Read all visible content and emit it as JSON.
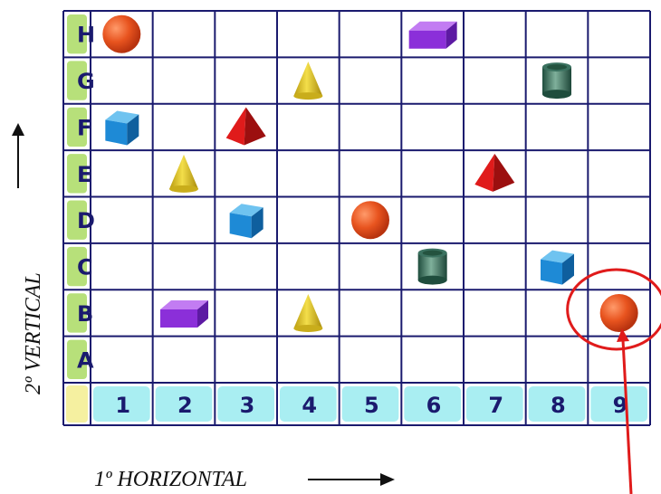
{
  "grid": {
    "rows": [
      "H",
      "G",
      "F",
      "E",
      "D",
      "C",
      "B",
      "A"
    ],
    "columns": [
      "1",
      "2",
      "3",
      "4",
      "5",
      "6",
      "7",
      "8",
      "9"
    ],
    "line_color": "#1a1a6e",
    "row_label_bg": "#b7e07a",
    "column_label_bg": "#a9eef2",
    "corner_bg": "#f5f0a0"
  },
  "shapes": [
    {
      "kind": "sphere",
      "row": "H",
      "col": "1"
    },
    {
      "kind": "prism",
      "row": "H",
      "col": "6"
    },
    {
      "kind": "cone",
      "row": "G",
      "col": "4"
    },
    {
      "kind": "cylinder",
      "row": "G",
      "col": "8"
    },
    {
      "kind": "cube",
      "row": "F",
      "col": "1"
    },
    {
      "kind": "pyramid",
      "row": "F",
      "col": "3"
    },
    {
      "kind": "cone",
      "row": "E",
      "col": "2"
    },
    {
      "kind": "pyramid",
      "row": "E",
      "col": "7"
    },
    {
      "kind": "cube",
      "row": "D",
      "col": "3"
    },
    {
      "kind": "sphere",
      "row": "D",
      "col": "5"
    },
    {
      "kind": "cylinder",
      "row": "C",
      "col": "6"
    },
    {
      "kind": "cube",
      "row": "C",
      "col": "8"
    },
    {
      "kind": "prism",
      "row": "B",
      "col": "2"
    },
    {
      "kind": "cone",
      "row": "B",
      "col": "4"
    },
    {
      "kind": "sphere",
      "row": "B",
      "col": "9"
    }
  ],
  "highlight": {
    "row": "B",
    "col": "9",
    "color": "#e01b1b"
  },
  "labels": {
    "horizontal": "1º  HORIZONTAL",
    "vertical": "2º  VERTICAL"
  }
}
